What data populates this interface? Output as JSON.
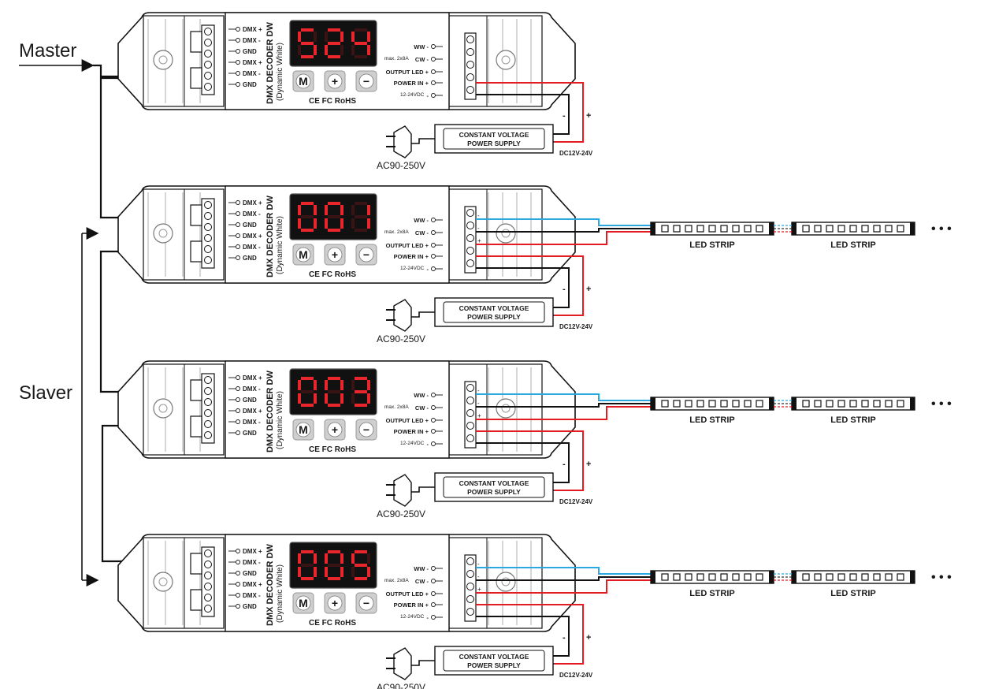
{
  "labels": {
    "master": "Master",
    "slaver": "Slaver"
  },
  "decoder": {
    "title_line1": "DMX DECODER DW",
    "title_line2": "(Dynamic White)",
    "ports_left": [
      "DMX +",
      "DMX -",
      "GND",
      "DMX +",
      "DMX -",
      "GND"
    ],
    "ports_right": [
      "WW -",
      "CW -",
      "OUTPUT LED +",
      "POWER IN +",
      "-"
    ],
    "max_rating": "max. 2x8A",
    "power_range": "12-24VDC",
    "buttons": [
      "M",
      "+",
      "−"
    ],
    "certifications": "CE FC RoHS"
  },
  "units": [
    {
      "address": "524",
      "has_strip": false
    },
    {
      "address": "001",
      "has_strip": true
    },
    {
      "address": "003",
      "has_strip": true
    },
    {
      "address": "005",
      "has_strip": true
    }
  ],
  "power_supply": {
    "line1": "CONSTANT VOLTAGE",
    "line2": "POWER SUPPLY",
    "output": "DC12V-24V",
    "input": "AC90-250V",
    "plus": "+",
    "minus": "-"
  },
  "strip": {
    "label": "LED STRIP",
    "continuation": "• • •"
  },
  "colors": {
    "display_bg": "#111111",
    "segment_on": "#e8262b",
    "segment_off": "#3a1414",
    "wire_positive": "#e31b23",
    "wire_cool": "#2aa8e0",
    "wire_black": "#111111",
    "button_bg": "#cfcfcf"
  }
}
